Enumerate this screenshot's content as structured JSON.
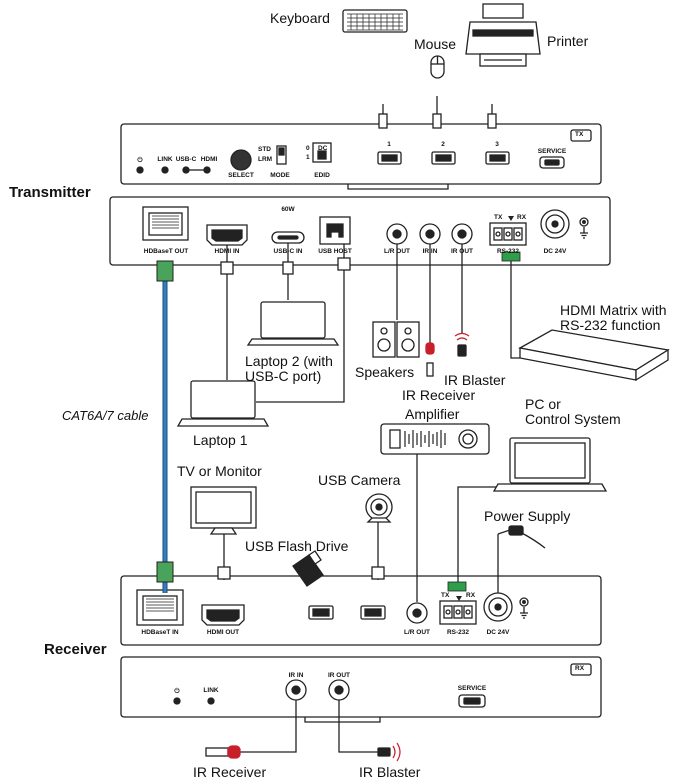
{
  "devices": {
    "transmitter": "Transmitter",
    "receiver": "Receiver",
    "tx_badge": "TX",
    "rx_badge": "RX"
  },
  "tx_front": {
    "power": "⏻",
    "link": "LINK",
    "usbc": "USB-C",
    "hdmi": "HDMI",
    "select": "SELECT",
    "std": "STD",
    "lrm": "LRM",
    "mode": "MODE",
    "edid_0": "0",
    "edid_1": "1",
    "edid_dc": "DC",
    "edid": "EDID",
    "usb1": "1",
    "usb2": "2",
    "usb3": "3",
    "service": "SERVICE"
  },
  "tx_back": {
    "hdbaset_out": "HDBaseT OUT",
    "hdmi_in": "HDMI IN",
    "watt": "60W",
    "usbc_in": "USB-C IN",
    "usb_host": "USB HOST",
    "lr_out": "L/R OUT",
    "ir_in": "IR IN",
    "ir_out": "IR OUT",
    "tx": "TX",
    "rx": "RX",
    "rs232": "RS-232",
    "dc24v": "DC 24V"
  },
  "rx_back": {
    "hdbaset_in": "HDBaseT IN",
    "hdmi_out": "HDMI OUT",
    "lr_out": "L/R OUT",
    "tx": "TX",
    "rx": "RX",
    "rs232": "RS-232",
    "dc24v": "DC 24V"
  },
  "rx_front": {
    "power": "⏻",
    "link": "LINK",
    "ir_in": "IR IN",
    "ir_out": "IR OUT",
    "service": "SERVICE"
  },
  "peripherals": {
    "keyboard": "Keyboard",
    "mouse": "Mouse",
    "printer": "Printer",
    "laptop2": "Laptop 2 (with\nUSB-C port)",
    "laptop1": "Laptop 1",
    "speakers": "Speakers",
    "ir_receiver_tx": "IR Receiver",
    "ir_blaster_tx": "IR Blaster",
    "matrix": "HDMI Matrix with\nRS-232 function",
    "amplifier": "Amplifier",
    "pc": "PC or\nControl System",
    "cable": "CAT6A/7 cable",
    "tv": "TV or Monitor",
    "camera": "USB Camera",
    "flash": "USB Flash Drive",
    "power_supply": "Power Supply",
    "ir_receiver_rx": "IR Receiver",
    "ir_blaster_rx": "IR Blaster"
  },
  "colors": {
    "cable_blue": "#2f7fc1",
    "rs232_green": "#2f9e4a",
    "ir_red": "#c8202a"
  }
}
